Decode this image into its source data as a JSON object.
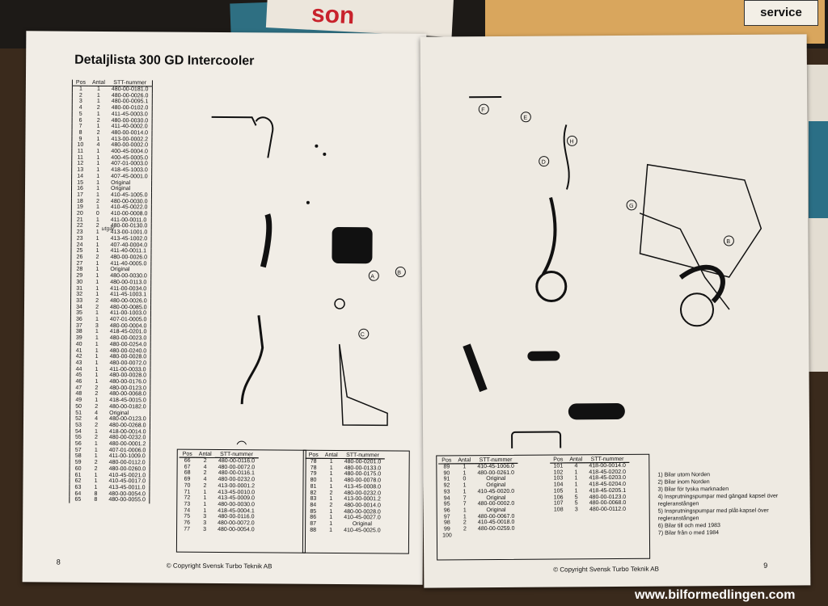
{
  "background": {
    "booklet_logo": "son",
    "service_badge": "service"
  },
  "left_page": {
    "title": "Detaljlista 300 GD Intercooler",
    "headers": [
      "Pos",
      "Antal",
      "STT-nummer"
    ],
    "rows_col1": [
      [
        "1",
        "1",
        "480-00-0181.0"
      ],
      [
        "2",
        "1",
        "480-00-0026.0"
      ],
      [
        "3",
        "1",
        "480-00-0095.1"
      ],
      [
        "4",
        "2",
        "480-00-0102.0"
      ],
      [
        "5",
        "1",
        "411-45-0003.0"
      ],
      [
        "6",
        "2",
        "480-00-0030.0"
      ],
      [
        "7",
        "1",
        "411-40-0002.0"
      ],
      [
        "8",
        "2",
        "480-00-0014.0"
      ],
      [
        "9",
        "1",
        "413-00-0002.2"
      ],
      [
        "10",
        "4",
        "480-00-0002.0"
      ],
      [
        "11",
        "1",
        "400-45-0004.0"
      ],
      [
        "11",
        "1",
        "400-45-0005.0"
      ],
      [
        "12",
        "1",
        "407-01-0003.0"
      ],
      [
        "13",
        "1",
        "418-45-1003.0"
      ],
      [
        "14",
        "1",
        "407-45-0001.0"
      ],
      [
        "15",
        "1",
        "Original"
      ],
      [
        "16",
        "1",
        "Original"
      ],
      [
        "17",
        "1",
        "410-45-1005.0"
      ],
      [
        "18",
        "2",
        "480-00-0030.0"
      ],
      [
        "19",
        "1",
        "410-45-0022.0"
      ],
      [
        "20",
        "0",
        "410-00-0008.0"
      ],
      [
        "21",
        "1",
        "411-00-0011.0"
      ],
      [
        "22",
        "2",
        "480-00-0130.0"
      ],
      [
        "23",
        "1",
        "413-00-1001.0"
      ],
      [
        "23",
        "1",
        "413-45-1002.0"
      ],
      [
        "24",
        "1",
        "407-40-0004.0"
      ],
      [
        "25",
        "1",
        "411-40-0011.1"
      ],
      [
        "26",
        "2",
        "480-00-0026.0"
      ],
      [
        "27",
        "1",
        "411-40-0005.0"
      ],
      [
        "28",
        "1",
        "Original"
      ],
      [
        "29",
        "1",
        "480-00-0030.0"
      ],
      [
        "30",
        "1",
        "480-00-0113.0"
      ],
      [
        "31",
        "1",
        "411-00-0034.0"
      ],
      [
        "32",
        "1",
        "411-45-1003.1"
      ],
      [
        "33",
        "2",
        "480-00-0026.0"
      ],
      [
        "34",
        "2",
        "480-00-0085.0"
      ],
      [
        "35",
        "1",
        "411-00-1003.0"
      ],
      [
        "36",
        "1",
        "407-01-0005.0"
      ],
      [
        "37",
        "3",
        "480-00-0004.0"
      ],
      [
        "38",
        "1",
        "418-45-0201.0"
      ],
      [
        "39",
        "1",
        "480-00-0023.0"
      ],
      [
        "40",
        "1",
        "480-00-0254.0"
      ],
      [
        "41",
        "1",
        "480-00-0240.0"
      ],
      [
        "42",
        "1",
        "480-00-0028.0"
      ],
      [
        "43",
        "1",
        "480-00-0072.0"
      ],
      [
        "44",
        "1",
        "411-00-0033.0"
      ],
      [
        "45",
        "1",
        "480-00-0028.0"
      ],
      [
        "46",
        "1",
        "480-00-0176.0"
      ],
      [
        "47",
        "2",
        "480-00-0123.0"
      ],
      [
        "48",
        "2",
        "480-00-0068.0"
      ],
      [
        "49",
        "1",
        "418-45-0015.0"
      ],
      [
        "50",
        "2",
        "480-00-0182.0"
      ],
      [
        "51",
        "4",
        "Original"
      ],
      [
        "52",
        "4",
        "480-00-0123.0"
      ],
      [
        "53",
        "2",
        "480-00-0268.0"
      ],
      [
        "54",
        "1",
        "418-00-0014.0"
      ],
      [
        "55",
        "2",
        "480-00-0232.0"
      ],
      [
        "56",
        "1",
        "480-00-0001.2"
      ],
      [
        "57",
        "1",
        "407-01-0006.0"
      ],
      [
        "58",
        "1",
        "411-00-1009.0"
      ],
      [
        "59",
        "2",
        "480-00-0112.0"
      ],
      [
        "60",
        "2",
        "480-00-0260.0"
      ],
      [
        "61",
        "1",
        "410-45-0021.0"
      ],
      [
        "62",
        "1",
        "410-45-0017.0"
      ],
      [
        "63",
        "1",
        "413-45-0011.0"
      ],
      [
        "64",
        "8",
        "480-00-0054.0"
      ],
      [
        "65",
        "8",
        "480-00-0055.0"
      ]
    ],
    "annotation_20": "utgår",
    "rows_col2": [
      [
        "66",
        "2",
        "480-00-0116.0"
      ],
      [
        "67",
        "4",
        "480-00-0072.0"
      ],
      [
        "68",
        "2",
        "480-00-0116.1"
      ],
      [
        "69",
        "4",
        "480-00-0232.0"
      ],
      [
        "70",
        "2",
        "413-00-0001.2"
      ],
      [
        "71",
        "1",
        "413-45-0010.0"
      ],
      [
        "72",
        "1",
        "413-45-0009.0"
      ],
      [
        "73",
        "1",
        "480-00-0030.0"
      ],
      [
        "74",
        "1",
        "418-45-0004.1"
      ],
      [
        "75",
        "3",
        "480-00-0116.0"
      ],
      [
        "76",
        "3",
        "480-00-0072.0"
      ],
      [
        "77",
        "3",
        "480-00-0054.0"
      ]
    ],
    "rows_col3": [
      [
        "78",
        "1",
        "480-00-0201.0"
      ],
      [
        "78",
        "1",
        "480-00-0133.0"
      ],
      [
        "79",
        "1",
        "480-00-0175.0"
      ],
      [
        "80",
        "1",
        "480-00-0078.0"
      ],
      [
        "81",
        "1",
        "413-45-0008.0"
      ],
      [
        "82",
        "2",
        "480-00-0232.0"
      ],
      [
        "83",
        "1",
        "413-00-0001.2"
      ],
      [
        "84",
        "2",
        "480-00-0014.0"
      ],
      [
        "85",
        "1",
        "480-00-0028.0"
      ],
      [
        "86",
        "1",
        "410-45-0027.0"
      ],
      [
        "87",
        "1",
        "Original"
      ],
      [
        "88",
        "1",
        "410-45-0025.0"
      ]
    ],
    "page_number": "8",
    "copyright": "© Copyright Svensk Turbo Teknik AB"
  },
  "right_page": {
    "headers": [
      "Pos",
      "Antal",
      "STT-nummer"
    ],
    "rows_col1": [
      [
        "89",
        "1",
        "410-45-1006.0"
      ],
      [
        "90",
        "1",
        "480-00-0261.0"
      ],
      [
        "91",
        "0",
        "Original"
      ],
      [
        "92",
        "1",
        "Original"
      ],
      [
        "93",
        "1",
        "410-45-0020.0"
      ],
      [
        "94",
        "7",
        "Original"
      ],
      [
        "95",
        "7",
        "480-00-0002.0"
      ],
      [
        "96",
        "1",
        "Original"
      ],
      [
        "97",
        "1",
        "480-00-0067.0"
      ],
      [
        "98",
        "2",
        "410-45-0018.0"
      ],
      [
        "99",
        "2",
        "480-00-0259.0"
      ],
      [
        "100",
        "",
        ""
      ]
    ],
    "rows_col2": [
      [
        "101",
        "4",
        "418-00-0014.0"
      ],
      [
        "102",
        "1",
        "418-45-0202.0"
      ],
      [
        "103",
        "1",
        "418-45-0203.0"
      ],
      [
        "104",
        "1",
        "418-45-0204.0"
      ],
      [
        "105",
        "1",
        "418-45-0205.1"
      ],
      [
        "106",
        "5",
        "480-00-0123.0"
      ],
      [
        "107",
        "5",
        "480-00-0068.0"
      ],
      [
        "108",
        "3",
        "480-00-0112.0"
      ]
    ],
    "footnotes": [
      "1) Bilar utom Norden",
      "2) Bilar inom Norden",
      "3) Bilar för tyska marknaden",
      "4) Insprutningspumpar med gängad kapsel över regleranstången",
      "5) Insprutningspumpar med plåt-kapsel över regleranstången",
      "6) Bilar till och med 1983",
      "7) Bilar från o med 1984"
    ],
    "page_number": "9",
    "copyright": "© Copyright Svensk Turbo Teknik AB"
  },
  "diagram_labels": {
    "callouts": [
      "A",
      "B",
      "C",
      "D",
      "E",
      "F",
      "G",
      "H"
    ]
  },
  "watermark": "www.bilformedlingen.com"
}
